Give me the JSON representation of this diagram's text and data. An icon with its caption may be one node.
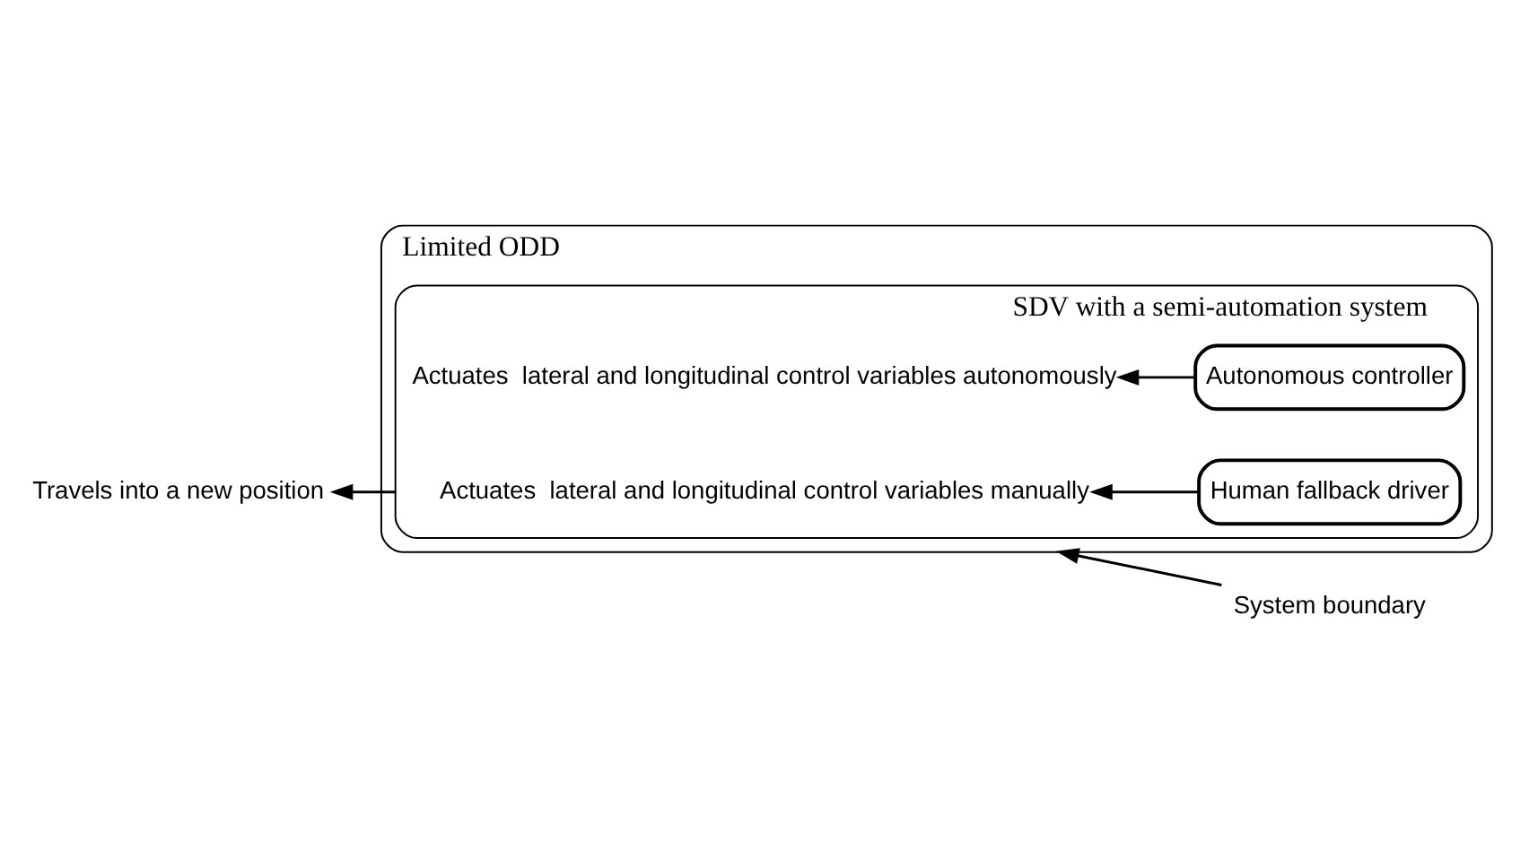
{
  "diagram": {
    "nodes": [
      {
        "text": [
          "Limited ODD"
        ]
      },
      {
        "text": [
          "SDV with a semi-automation system"
        ],
        "in": 0
      },
      {
        "text": [
          "Actuates  lateral and longitudinal control variables manually"
        ],
        "in": 1
      },
      {
        "text": [
          "Human fallback driver"
        ],
        "in": 1
      },
      {
        "text": [
          "Actuates  lateral and longitudinal control variables autonomously"
        ],
        "in": 1
      },
      {
        "text": [
          "Autonomous controller"
        ],
        "in": 1
      },
      {
        "text": [
          "System boundary"
        ]
      },
      {
        "text": [
          "Travels into a new position"
        ]
      }
    ],
    "edges": [
      {
        "from": 6,
        "to": 0,
        "arrow": "to"
      },
      {
        "from": 3,
        "to": 2,
        "arrow": "to"
      },
      {
        "from": 5,
        "to": 4,
        "arrow": "to"
      },
      {
        "from": 1,
        "to": 7,
        "arrow": "to"
      }
    ]
  }
}
